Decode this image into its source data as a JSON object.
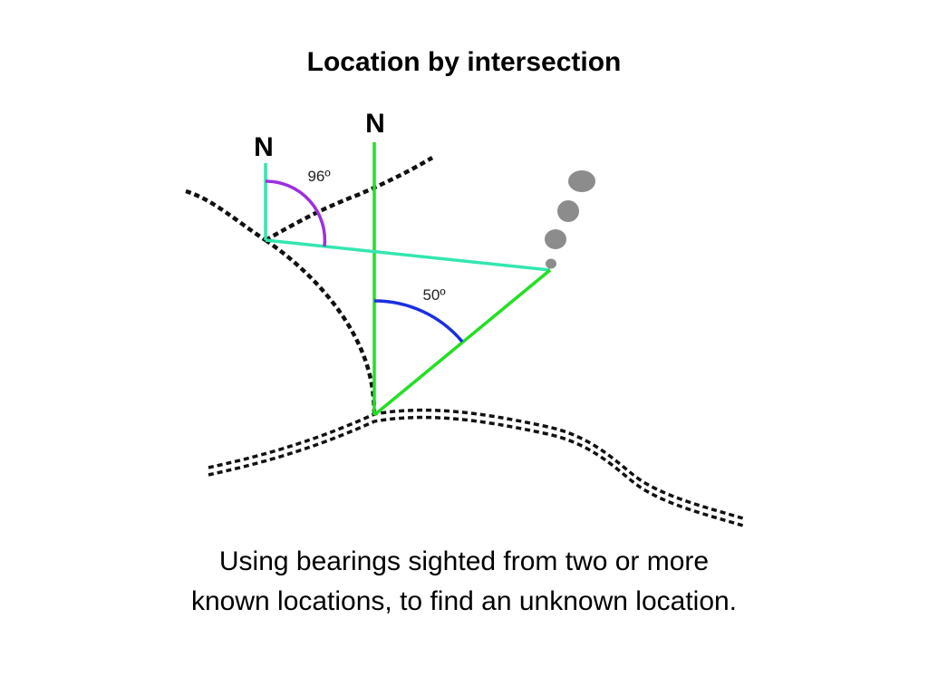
{
  "title": "Location by intersection",
  "diagram": {
    "north_label_1": "N",
    "north_label_2": "N",
    "angle_1_label": "96º",
    "angle_2_label": "50º",
    "colors": {
      "bearing_line_1": "#33e6b0",
      "bearing_line_2": "#22e022",
      "angle_arc_1": "#9b30e0",
      "angle_arc_2": "#1a2ee0",
      "trail": "#111111",
      "smoke": "#8c8c8c"
    }
  },
  "caption": {
    "line_1": "Using bearings sighted from two or more",
    "line_2": "known locations, to find an unknown location."
  }
}
